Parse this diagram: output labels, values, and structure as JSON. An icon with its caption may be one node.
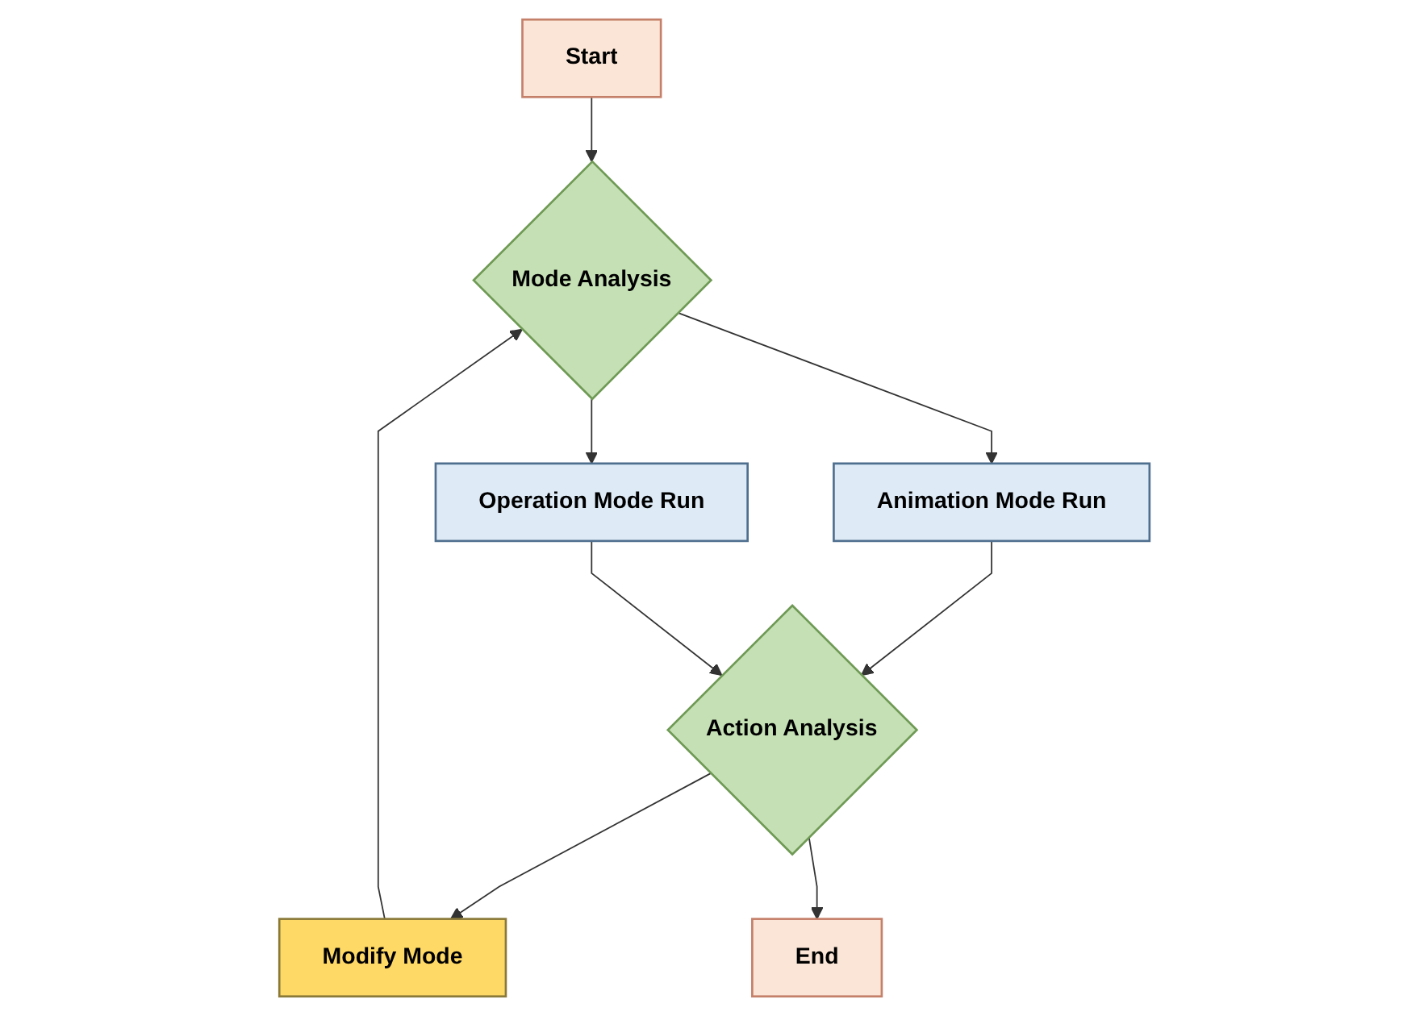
{
  "diagram": {
    "nodes": [
      {
        "text": [
          "Start"
        ]
      },
      {
        "text": [
          "Mode Analysis"
        ]
      },
      {
        "text": [
          "Animation Mode Run"
        ]
      },
      {
        "text": [
          "Operation Mode Run"
        ]
      },
      {
        "text": [
          "Action Analysis"
        ]
      },
      {
        "text": [
          "Modify Mode"
        ]
      },
      {
        "text": [
          "End"
        ]
      }
    ],
    "edges": [
      {
        "from": 0,
        "to": 1,
        "arrow": "to"
      },
      {
        "from": 1,
        "to": 2,
        "arrow": "to"
      },
      {
        "from": 1,
        "to": 3,
        "arrow": "to"
      },
      {
        "from": 2,
        "to": 4,
        "arrow": "to"
      },
      {
        "from": 3,
        "to": 4,
        "arrow": "to"
      },
      {
        "from": 4,
        "to": 5,
        "arrow": "to"
      },
      {
        "from": 5,
        "to": 1,
        "arrow": "to"
      },
      {
        "from": 4,
        "to": 6,
        "arrow": "to"
      }
    ]
  }
}
